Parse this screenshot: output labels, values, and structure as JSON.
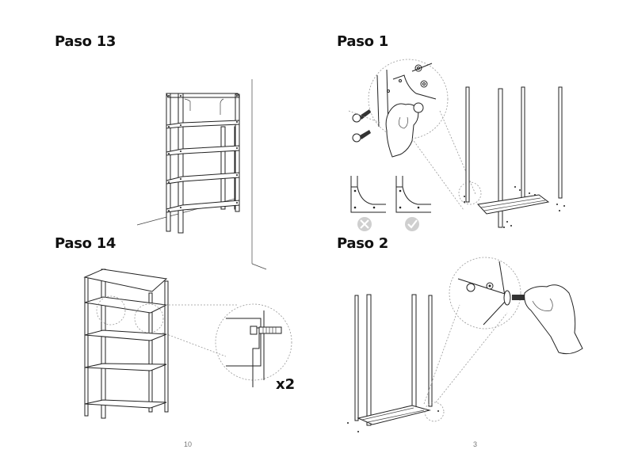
{
  "pages": [
    {
      "page_number": "10",
      "steps": [
        {
          "title": "Paso 13",
          "illustration": "assembled-shelf-against-wall"
        },
        {
          "title": "Paso 14",
          "illustration": "shelf-anchoring-detail",
          "detail_quantity": "x2"
        }
      ]
    },
    {
      "page_number": "3",
      "steps": [
        {
          "title": "Paso 1",
          "illustration": "attach-uprights-to-base-frame",
          "hints": [
            {
              "label": "incorrect-orientation",
              "icon": "cross-icon"
            },
            {
              "label": "correct-orientation",
              "icon": "check-icon"
            }
          ]
        },
        {
          "title": "Paso 2",
          "illustration": "tighten-bolt-by-hand"
        }
      ]
    }
  ]
}
